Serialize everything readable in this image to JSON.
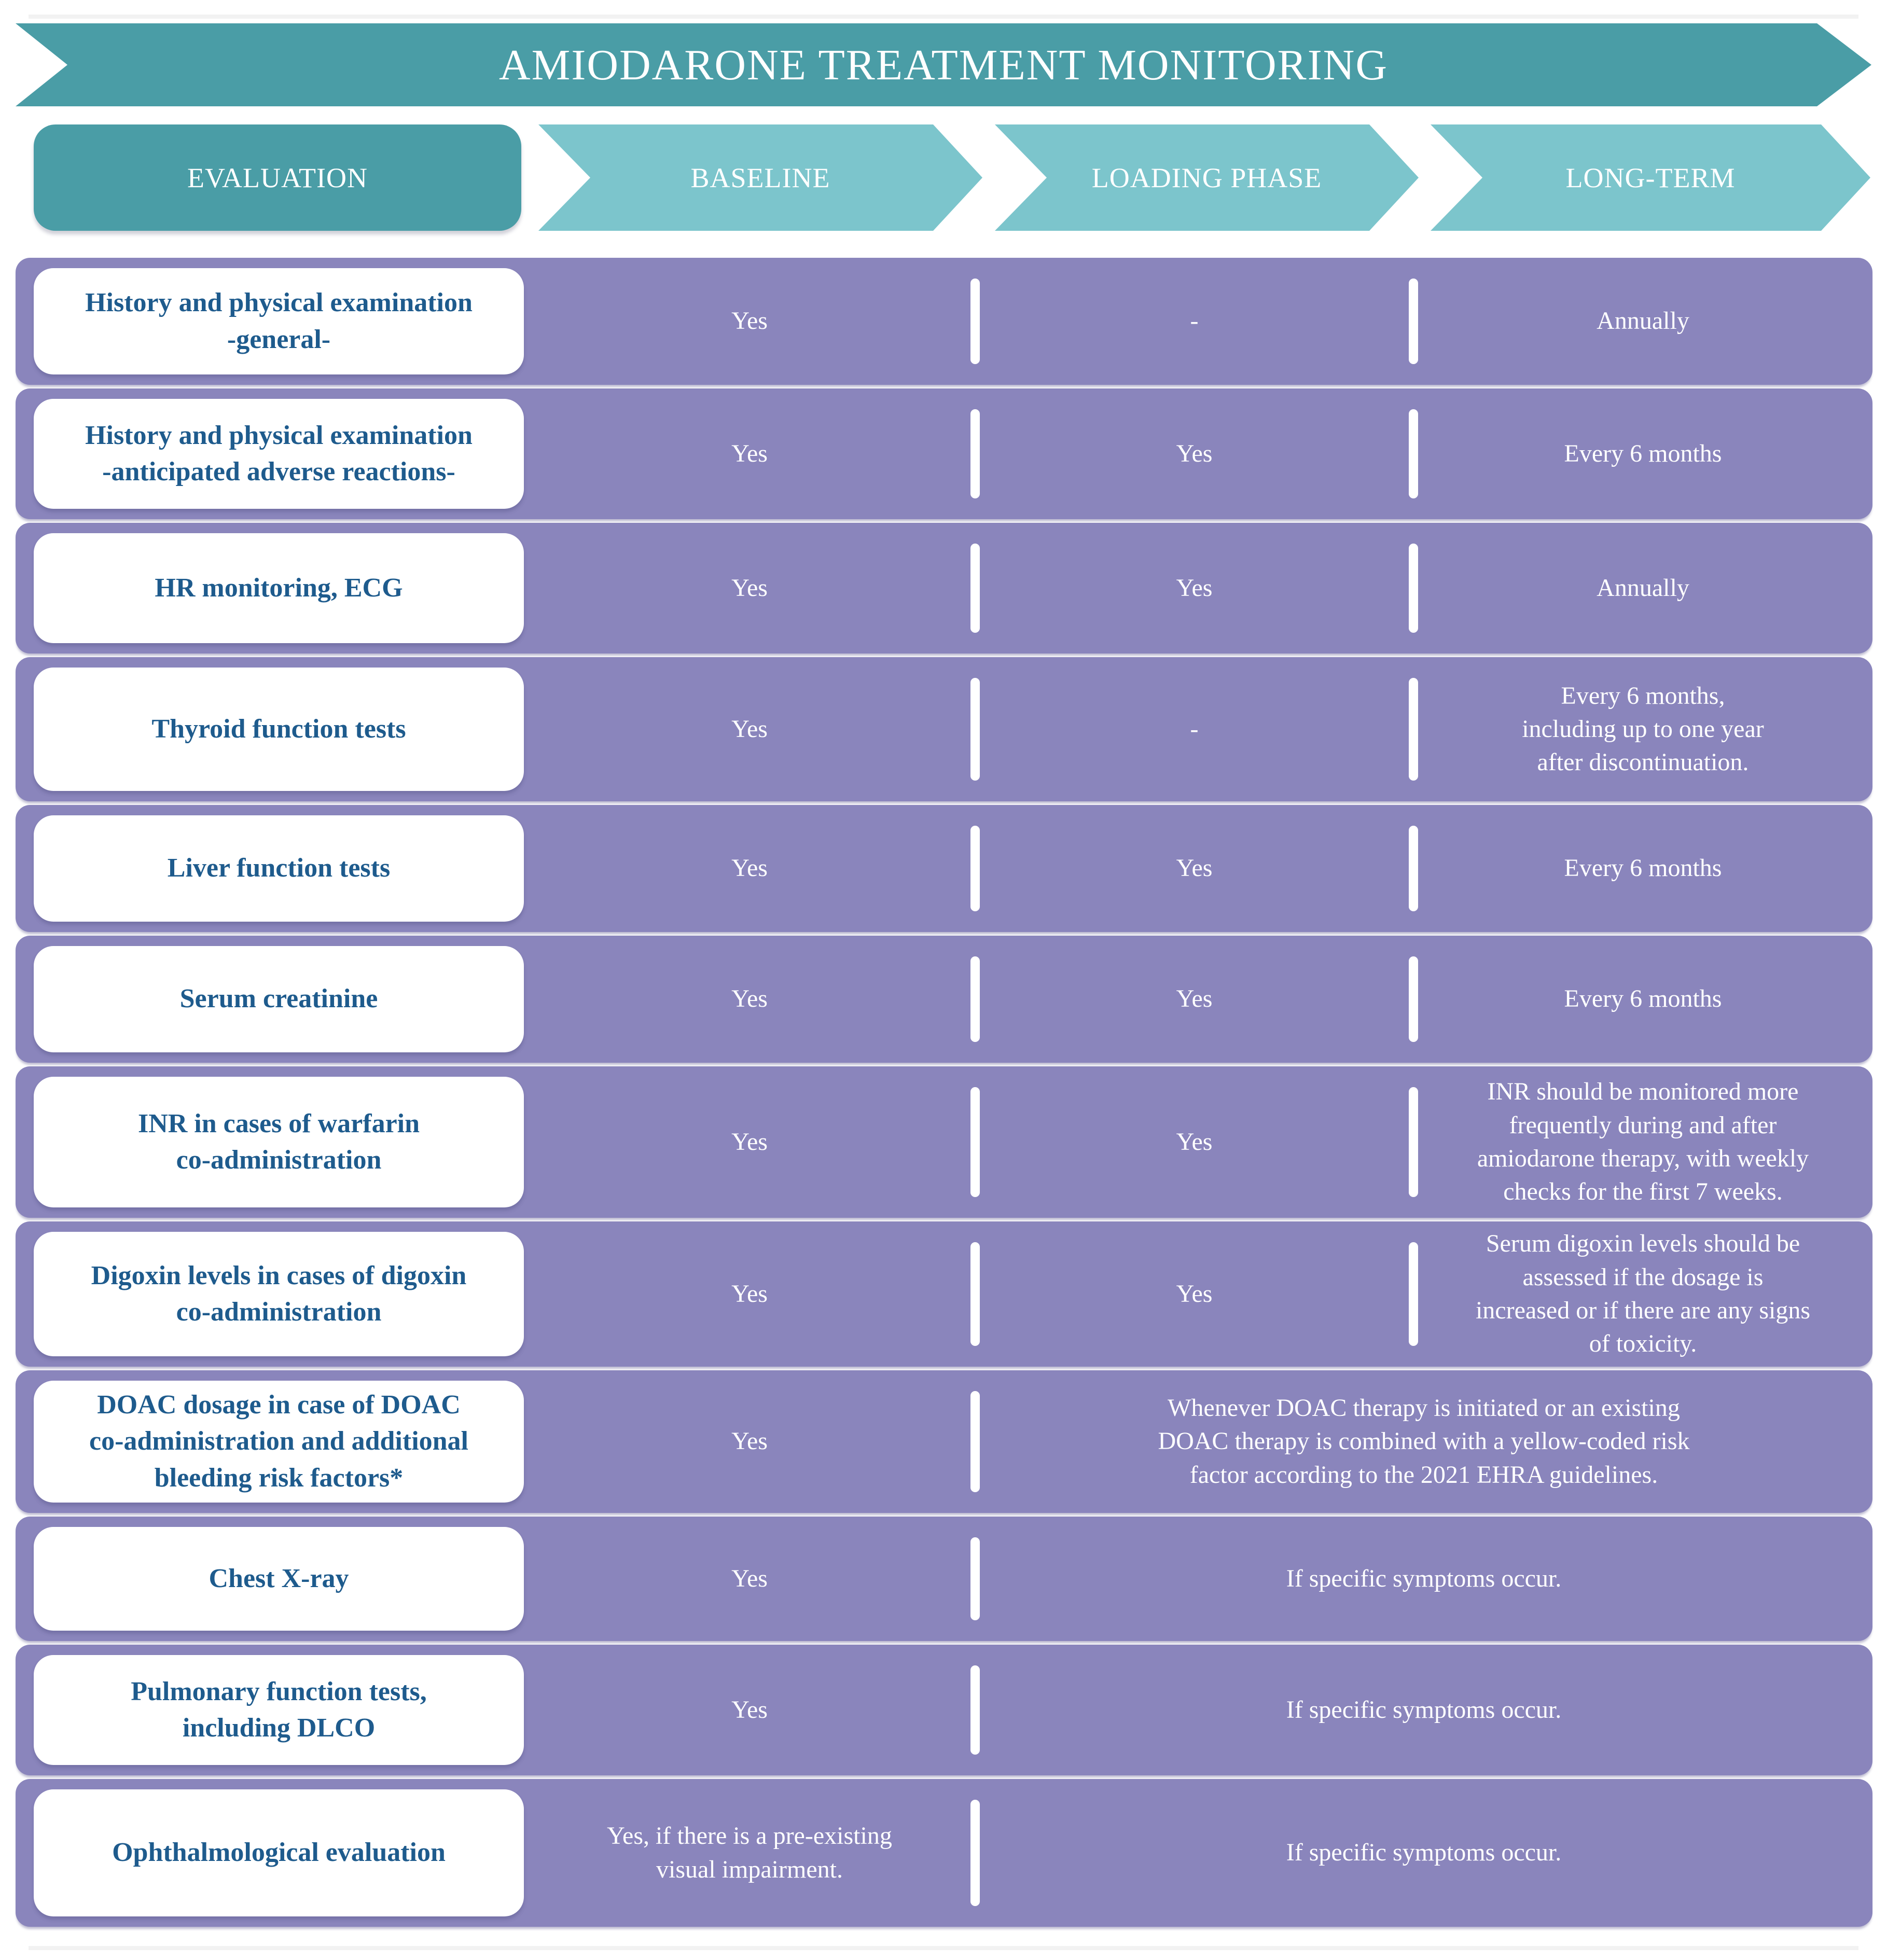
{
  "title": "AMIODARONE TREATMENT MONITORING",
  "columns": {
    "evaluation": "EVALUATION",
    "baseline": "BASELINE",
    "loading": "LOADING PHASE",
    "longterm": "LONG-TERM"
  },
  "colors": {
    "banner_teal": "#4a9da6",
    "header_light_teal": "#7cc5cc",
    "row_purple": "#8a85bc",
    "label_blue": "#1e5b8d",
    "text_white": "#ffffff"
  },
  "rows": [
    {
      "label": "History and physical examination\n-general-",
      "baseline": "Yes",
      "loading": "-",
      "longterm": "Annually"
    },
    {
      "label": "History and physical examination\n-anticipated adverse reactions-",
      "baseline": "Yes",
      "loading": "Yes",
      "longterm": "Every 6 months"
    },
    {
      "label": "HR monitoring, ECG",
      "baseline": "Yes",
      "loading": "Yes",
      "longterm": "Annually"
    },
    {
      "label": "Thyroid function tests",
      "baseline": "Yes",
      "loading": "-",
      "longterm": "Every 6 months,\nincluding up to one year\nafter discontinuation."
    },
    {
      "label": "Liver function tests",
      "baseline": "Yes",
      "loading": "Yes",
      "longterm": "Every 6 months"
    },
    {
      "label": "Serum creatinine",
      "baseline": "Yes",
      "loading": "Yes",
      "longterm": "Every 6 months"
    },
    {
      "label": "INR in cases of warfarin\nco-administration",
      "baseline": "Yes",
      "loading": "Yes",
      "longterm": "INR should be monitored more\nfrequently during and after\namiodarone therapy, with weekly\nchecks for the first 7 weeks."
    },
    {
      "label": "Digoxin levels in cases of digoxin\nco-administration",
      "baseline": "Yes",
      "loading": "Yes",
      "longterm": "Serum digoxin levels should be\nassessed if the dosage is\nincreased or if there are any signs\nof toxicity."
    },
    {
      "label": "DOAC dosage in case of DOAC\nco-administration and additional\nbleeding risk factors*",
      "baseline": "Yes",
      "merged": "Whenever DOAC therapy is initiated or an existing\nDOAC therapy is combined with a yellow-coded risk\nfactor according to the 2021 EHRA guidelines."
    },
    {
      "label": "Chest X-ray",
      "baseline": "Yes",
      "merged": "If specific symptoms occur."
    },
    {
      "label": "Pulmonary function tests,\nincluding DLCO",
      "baseline": "Yes",
      "merged": "If specific symptoms occur."
    },
    {
      "label": "Ophthalmological evaluation",
      "baseline": "Yes, if there is a pre-existing\nvisual impairment.",
      "merged": "If specific symptoms occur."
    }
  ]
}
